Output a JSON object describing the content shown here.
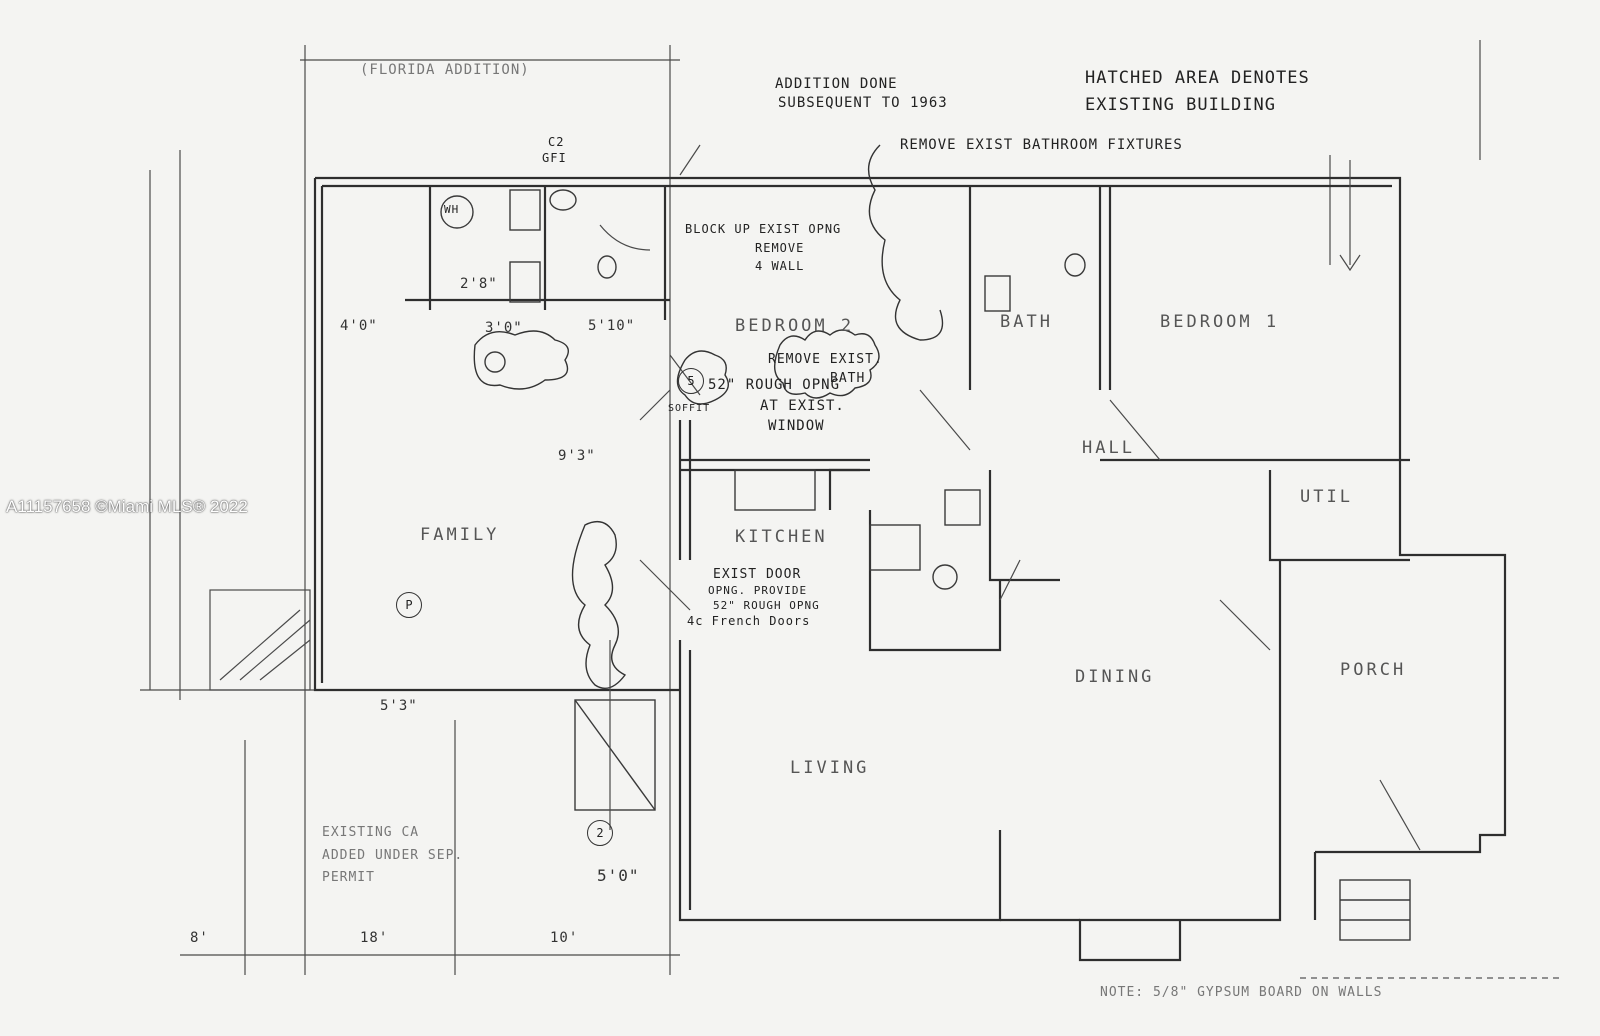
{
  "drawing": {
    "header_left": "(FLORIDA ADDITION)",
    "header_center_line1": "ADDITION DONE",
    "header_center_line2": "SUBSEQUENT TO 1963",
    "header_right_line1": "HATCHED AREA DENOTES",
    "header_right_line2": "EXISTING BUILDING"
  },
  "rooms": {
    "bedroom_1": "BEDROOM 1",
    "bedroom_2": "BEDROOM 2",
    "bath": "BATH",
    "hall": "HALL",
    "kitchen": "KITCHEN",
    "family": "FAMILY",
    "dining": "DINING",
    "living": "LIVING",
    "porch": "PORCH",
    "utility": "UTIL"
  },
  "notes": {
    "remove_fixtures": "REMOVE EXIST BATHROOM FIXTURES",
    "block_up_line1": "BLOCK UP EXIST OPNG",
    "block_up_line2": "REMOVE",
    "block_up_line3": "4 WALL",
    "remove_bath_line1": "REMOVE EXIST.",
    "remove_bath_line2": "BATH",
    "rough_opening_line1": "52\" ROUGH OPNG",
    "rough_opening_line2": "AT EXIST.",
    "rough_opening_line3": "WINDOW",
    "exist_door_line1": "EXIST DOOR",
    "exist_door_line2": "OPNG. PROVIDE",
    "exist_door_line3": "52\" ROUGH OPNG",
    "french_doors": "4c French Doors",
    "gfi_line1": "C2",
    "gfi_line2": "GFI",
    "wh": "WH",
    "soffit": "SOFFIT",
    "existing_line1": "EXISTING CA",
    "existing_line2": "ADDED UNDER SEP.",
    "existing_line3": "PERMIT",
    "bottom_note": "NOTE: 5/8\" GYPSUM BOARD ON WALLS"
  },
  "dimensions": {
    "d_5_10": "5'10\"",
    "d_3_0": "3'0\"",
    "d_5_0": "5'0\"",
    "d_2_8": "2'8\"",
    "d_4_0": "4'0\"",
    "d_9_3": "9'3\"",
    "d_18": "18'",
    "d_10": "10'",
    "d_8": "8'",
    "d_5_3": "5'3\"",
    "tag_5": "5",
    "tag_2": "2",
    "tag_p": "P"
  },
  "watermark": "A11157658 ©Miami MLS® 2022"
}
